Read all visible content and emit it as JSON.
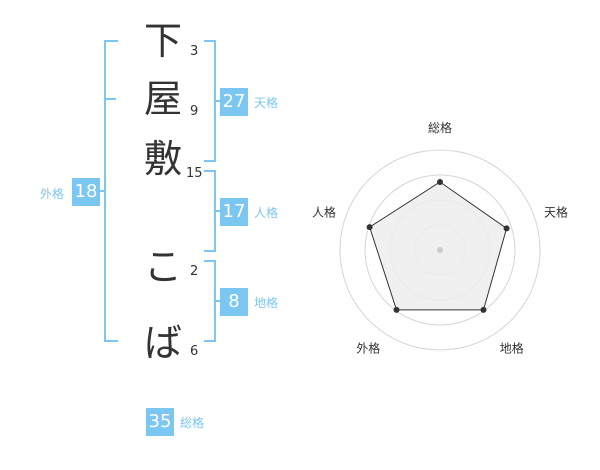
{
  "name": {
    "chars": [
      "下",
      "屋",
      "敷",
      "こ",
      "ば"
    ],
    "strokes": [
      "3",
      "9",
      "15",
      "2",
      "6"
    ]
  },
  "fortunes": {
    "tenkaku": {
      "value": "27",
      "label": "天格"
    },
    "jinkaku": {
      "value": "17",
      "label": "人格"
    },
    "chikaku": {
      "value": "8",
      "label": "地格"
    },
    "gaikaku": {
      "value": "18",
      "label": "外格"
    },
    "soukaku": {
      "value": "35",
      "label": "総格"
    }
  },
  "chart_data": {
    "type": "radar",
    "axes": [
      "総格",
      "天格",
      "地格",
      "外格",
      "人格"
    ],
    "values": [
      0.68,
      0.7,
      0.74,
      0.74,
      0.74
    ],
    "max": 1,
    "rings": 4,
    "colors": {
      "fill": "#ededed",
      "stroke": "#333333",
      "ring": "#d6d6d6",
      "point": "#333333",
      "center": "#cccccc"
    }
  }
}
